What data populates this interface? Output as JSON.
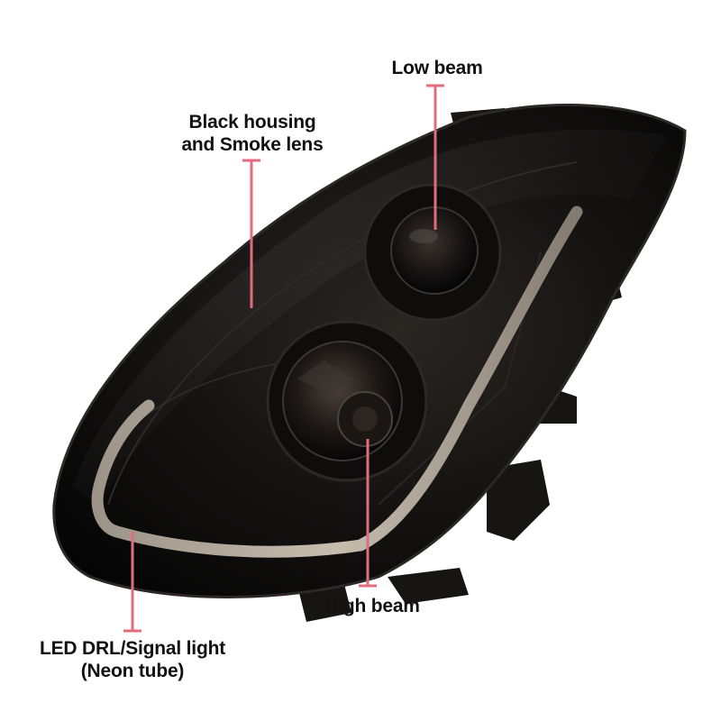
{
  "accent_color": "#e36b7e",
  "housing_color": "#0b0b0b",
  "drl_color": "#cfc4b5",
  "callouts": {
    "low_beam": {
      "label": "Low beam"
    },
    "housing": {
      "line1": "Black housing",
      "line2": "and Smoke lens"
    },
    "high_beam": {
      "label": "High beam"
    },
    "drl": {
      "line1": "LED DRL/Signal light",
      "line2": "(Neon tube)"
    }
  },
  "icons": [
    "headlight-assembly"
  ]
}
